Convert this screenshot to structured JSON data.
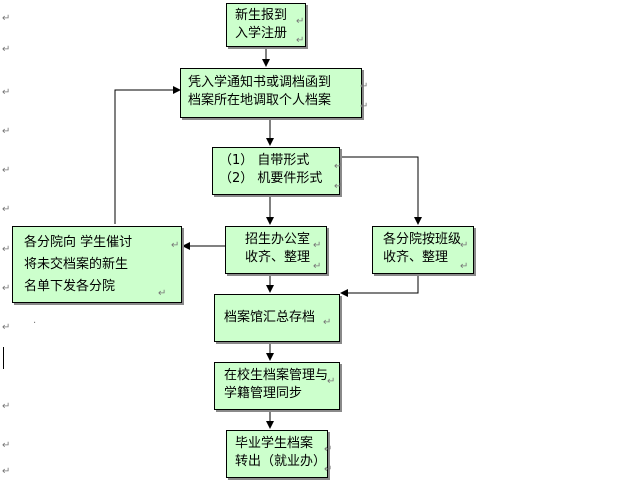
{
  "colors": {
    "box_fill": "#ccffcc",
    "border": "#000000",
    "arrow": "#000000"
  },
  "paragraph_mark": "↵",
  "nodes": {
    "register": {
      "lines": [
        "新生报到",
        "入学注册"
      ]
    },
    "retrieve": {
      "lines": [
        "凭入学通知书或调档函到",
        "档案所在地调取个人档案"
      ]
    },
    "forms": {
      "lines": [
        "（1） 自带形式",
        "（2） 机要件形式"
      ]
    },
    "admissions": {
      "lines": [
        "招生办公室",
        "收齐、整理"
      ]
    },
    "branch_class": {
      "lines": [
        "各分院按班级",
        "收齐、整理"
      ]
    },
    "urge": {
      "lines": [
        "各分院向  学生催讨",
        "将未交档案的新生",
        "名单下发各分院"
      ]
    },
    "archive": {
      "lines": [
        "档案馆汇总存档"
      ]
    },
    "sync": {
      "lines": [
        "在校生档案管理与",
        "学籍管理同步"
      ]
    },
    "graduate": {
      "lines": [
        "毕业学生档案",
        "转出（就业办）"
      ]
    }
  }
}
